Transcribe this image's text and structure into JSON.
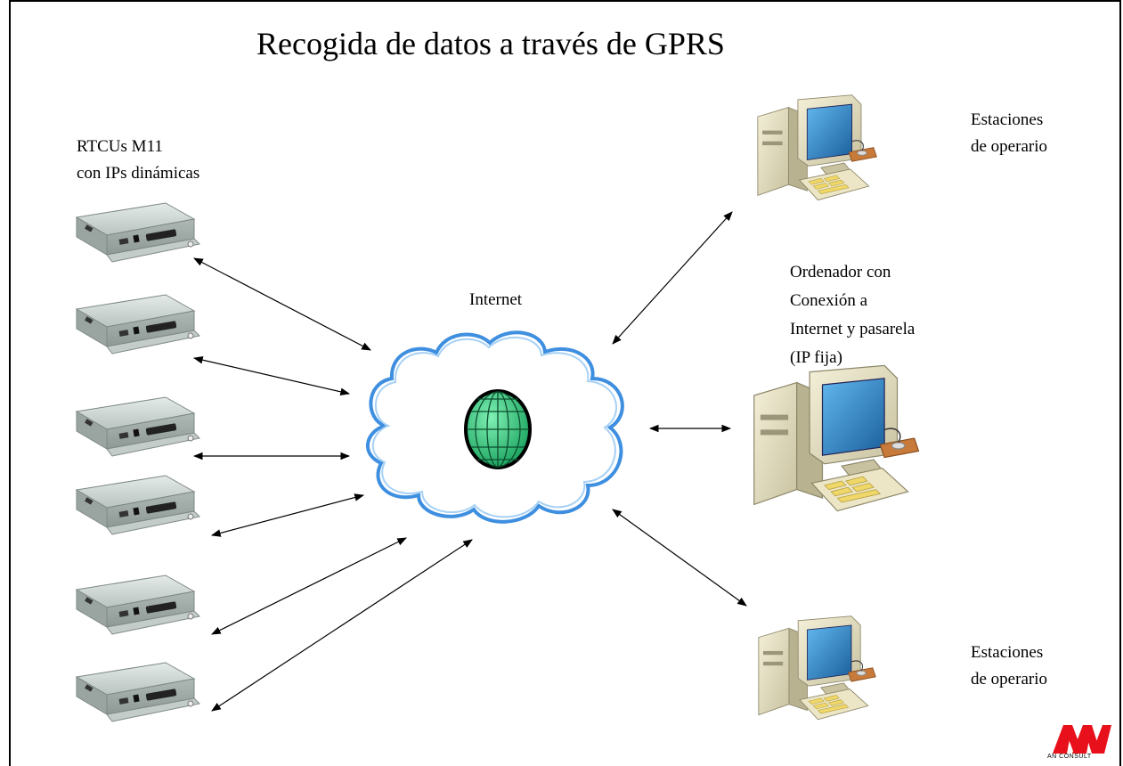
{
  "title": "Recogida de datos a través de GPRS",
  "labels": {
    "rtcu": "RTCUs M11\ncon IPs dinámicas",
    "internet": "Internet",
    "stations_top": "Estaciones\nde operario",
    "gateway": "Ordenador con\nConexión a\nInternet y pasarela\n(IP fija)",
    "stations_bottom": "Estaciones\nde operario"
  },
  "logo": {
    "text": "AN CONSULT",
    "color": "#e8101a"
  },
  "colors": {
    "cloud_outline": "#3f8fe0",
    "globe": "#2ec27e",
    "device_body": "#c9d2cf",
    "screen": "#2a86c8"
  },
  "counts": {
    "rtcu_devices": 6,
    "workstations": 3
  }
}
